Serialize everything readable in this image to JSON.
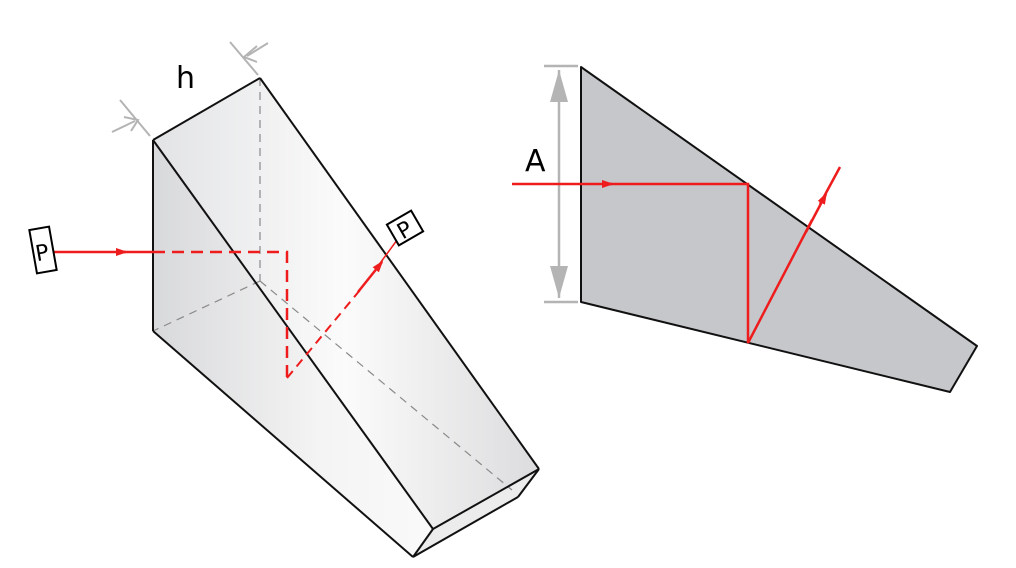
{
  "labels": {
    "height": "h",
    "aperture": "A",
    "image_in": "P",
    "image_out": "P"
  },
  "colors": {
    "beam": "#ee1c1c",
    "dimension": "#b4b4b4",
    "prism_fill_section": "#c6c7ca",
    "prism_fill_3d": "#e6e6e6",
    "edge": "#111111"
  }
}
